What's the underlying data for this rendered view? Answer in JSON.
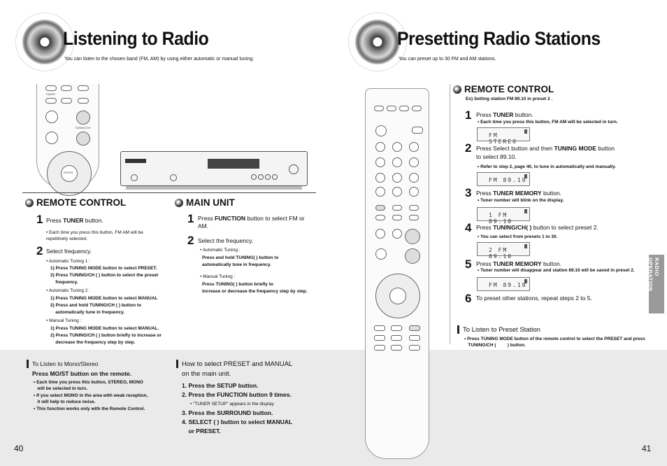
{
  "left": {
    "title": "Listening to Radio",
    "subtitle": "You can listen to the chosen band (FM, AM) by using either automatic or manual tuning.",
    "remote_section": {
      "heading": "REMOTE CONTROL",
      "step1_num": "1",
      "step1_text": "Press ",
      "step1_bold": "TUNER",
      "step1_tail": " button.",
      "step1_note": "• Each time you press this button, FM      AM will be repetitively selected.",
      "step2_num": "2",
      "step2_text": "Select frequency.",
      "auto1_label": "• Automatic Tuning 1 :",
      "auto1_lines": [
        "1) Press TUNING MODE button to select PRESET.",
        "2) Press  TUNING/CH (        ) button to select the preset",
        "    frequency."
      ],
      "auto2_label": "• Automatic Tuning 2 :",
      "auto2_lines": [
        "1) Press TUNING MODE button to select MANUAL",
        "2) Press and hold TUNING/CH (        ) button to",
        "    automatically tune in frequency."
      ],
      "manual_label": "• Manual Tuning :",
      "manual_lines": [
        "1) Press TUNING MODE button to select MANUAL.",
        "2) Press TUNING/CH (        ) button briefly to increase or",
        "    decrease the frequency step by step."
      ]
    },
    "main_section": {
      "heading": "MAIN UNIT",
      "step1_num": "1",
      "step1_text": "Press ",
      "step1_bold": "FUNCTION",
      "step1_tail": " button to select FM or AM.",
      "step2_num": "2",
      "step2_text": "Select the frequency.",
      "auto_label": "• Automatic Tuning :",
      "auto_lines": [
        "Press and hold TUNING(        ) button to",
        "automatically tune in frequency."
      ],
      "manual_label": "• Manual Tuning :",
      "manual_lines": [
        "Press TUNING(        ) button briefly to",
        "increase or decrease the frequency step by step."
      ]
    },
    "mono_box": {
      "heading": "To Listen to Mono/Stereo",
      "bold": "Press MO/ST button on the remote.",
      "lines": [
        "• Each time you press this button, STEREO, MONO",
        "   will be selected in turn.",
        "• If you select MONO in the area with weak reception,",
        "   it will help to reduce noise.",
        "• This function works only with the Remote Control."
      ]
    },
    "preset_box": {
      "heading": "How to select PRESET and MANUAL",
      "heading2": "on the main unit.",
      "steps": [
        "1. Press the SETUP button.",
        "2. Press the FUNCTION button 9 times."
      ],
      "note": "• \"TUNER SETUP\" appears in the display.",
      "steps2": [
        "3. Press the SURROUND button.",
        "4. SELECT (         ) button to select MANUAL",
        "    or PRESET."
      ]
    },
    "page_num": "40",
    "remote_labels": {
      "tuner": "TUNER",
      "tuning_ch": "TUNING/CH",
      "enter": "ENTER"
    }
  },
  "right": {
    "title": "Presetting Radio Stations",
    "subtitle": "You can preset up to 30 FM and AM stations.",
    "heading": "REMOTE CONTROL",
    "example": "Ex) Setting station FM 89.10 in preset 2 .",
    "steps": [
      {
        "num": "1",
        "pre": "Press ",
        "bold": "TUNER",
        "post": " button.",
        "note": "• Each time you press this button, FM      AM will be selected in turn.",
        "lcd": "FM STEREO"
      },
      {
        "num": "2",
        "pre": "Press Select button and then ",
        "bold": "TUNING MODE",
        "post": " button",
        "line2": "to select 89.10.",
        "note": "• Refer to step 2, page 40, to tune in automatically and manually.",
        "lcd": "FM  89.10"
      },
      {
        "num": "3",
        "pre": "Press ",
        "bold": "TUNER MEMORY",
        "post": " button.",
        "note": "• Tuner number will blink on the display.",
        "lcd": "1 FM  89.10"
      },
      {
        "num": "4",
        "pre": "Press ",
        "bold": "TUNING/CH(         )",
        "post": " button to select preset 2.",
        "note": "• You can select from presets 1 to 30.",
        "lcd": "2 FM  89.10"
      },
      {
        "num": "5",
        "pre": "Press ",
        "bold": "TUNER MEMORY",
        "post": " button.",
        "note": "• Tuner number will disappear and station 89.10 will be saved in preset 2.",
        "lcd": "FM  89.10"
      },
      {
        "num": "6",
        "pre": "To preset other stations, repeat steps 2 to 5.",
        "bold": "",
        "post": ""
      }
    ],
    "listen_heading": "To Listen to Preset Station",
    "listen_lines": [
      "• Press TUNING MODE button of the remote control to select the PRESET and press",
      "   TUNING/CH (         ) button."
    ],
    "side_tab": "RADIO OPERATION",
    "page_num": "41"
  }
}
